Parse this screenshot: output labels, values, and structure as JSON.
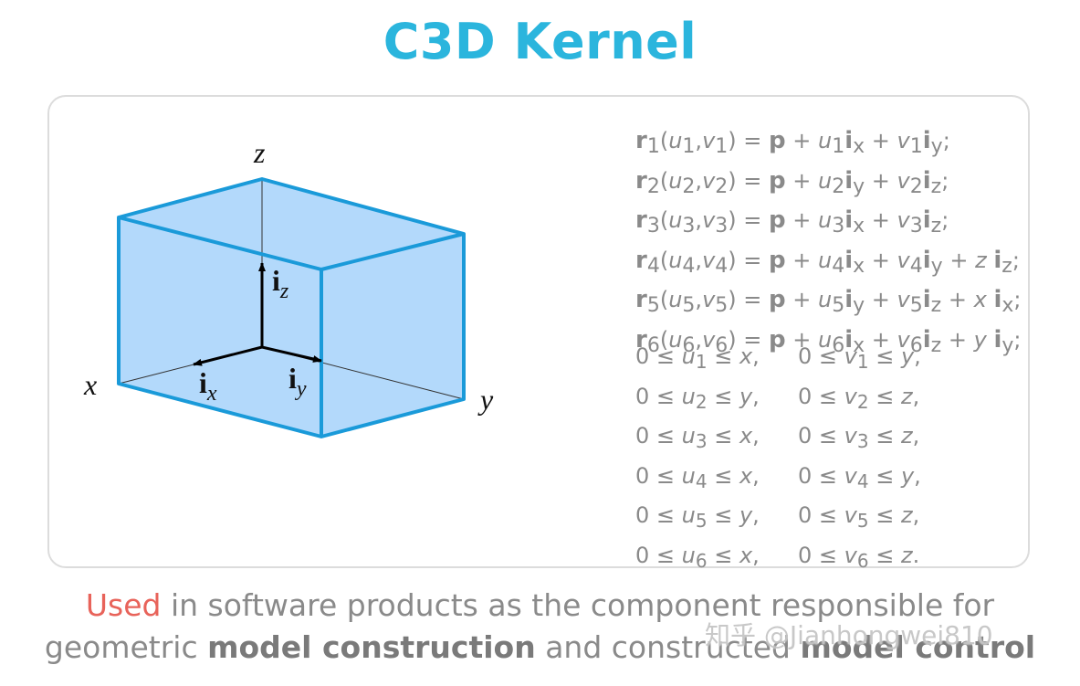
{
  "title": "C3D Kernel",
  "colors": {
    "title": "#2bb5dd",
    "box_edge": "#1a9ad9",
    "box_fill": "#b3d9fb",
    "highlight": "#e8635a",
    "text_gray": "#8a8a8a"
  },
  "diagram": {
    "axis_labels": {
      "x": "x",
      "y": "y",
      "z": "z"
    },
    "vector_labels": {
      "iz": {
        "bold": "i",
        "sub": "z"
      },
      "ix": {
        "bold": "i",
        "sub": "x"
      },
      "iy": {
        "bold": "i",
        "sub": "y"
      }
    }
  },
  "equations": [
    {
      "lhs": "r",
      "n": "1",
      "args": "(u1,v1) = ",
      "rhs": "p + u1ix + v1iy;"
    },
    {
      "lhs": "r",
      "n": "2",
      "args": "(u2,v2) = ",
      "rhs": "p + u2iy + v2iz;"
    },
    {
      "lhs": "r",
      "n": "3",
      "args": "(u3,v3) = ",
      "rhs": "p + u3ix + v3iz;"
    },
    {
      "lhs": "r",
      "n": "4",
      "args": "(u4,v4) = ",
      "rhs": "p + u4ix + v4iy + z iz;"
    },
    {
      "lhs": "r",
      "n": "5",
      "args": "(u5,v5) = ",
      "rhs": "p + u5iy + v5iz + x ix;"
    },
    {
      "lhs": "r",
      "n": "6",
      "args": "(u6,v6) = ",
      "rhs": "p + u6ix + v6iz + y iy;"
    }
  ],
  "equation_parts": {
    "e1": [
      "r",
      "1",
      "(",
      "u",
      "1",
      ",",
      "v",
      "1",
      ") = ",
      "p",
      " + ",
      "u",
      "1",
      "i",
      "x",
      " + ",
      "v",
      "1",
      "i",
      "y",
      ";"
    ],
    "e2": [
      "r",
      "2",
      "(",
      "u",
      "2",
      ",",
      "v",
      "2",
      ") = ",
      "p",
      " + ",
      "u",
      "2",
      "i",
      "y",
      " + ",
      "v",
      "2",
      "i",
      "z",
      ";"
    ],
    "e3": [
      "r",
      "3",
      "(",
      "u",
      "3",
      ",",
      "v",
      "3",
      ") = ",
      "p",
      " + ",
      "u",
      "3",
      "i",
      "x",
      " + ",
      "v",
      "3",
      "i",
      "z",
      ";"
    ],
    "e4": [
      "r",
      "4",
      "(",
      "u",
      "4",
      ",",
      "v",
      "4",
      ") = ",
      "p",
      " + ",
      "u",
      "4",
      "i",
      "x",
      " + ",
      "v",
      "4",
      "i",
      "y",
      " + z ",
      "i",
      "z",
      ";"
    ],
    "e5": [
      "r",
      "5",
      "(",
      "u",
      "5",
      ",",
      "v",
      "5",
      ") = ",
      "p",
      " + ",
      "u",
      "5",
      "i",
      "y",
      " + ",
      "v",
      "5",
      "i",
      "z",
      " + x ",
      "i",
      "x",
      ";"
    ],
    "e6": [
      "r",
      "6",
      "(",
      "u",
      "6",
      ",",
      "v",
      "6",
      ") = ",
      "p",
      " + ",
      "u",
      "6",
      "i",
      "x",
      " + ",
      "v",
      "6",
      "i",
      "z",
      " + y ",
      "i",
      "y",
      ";"
    ]
  },
  "inequalities": [
    {
      "u": "0 ≤ u1 ≤ x,",
      "v": "0 ≤ v1 ≤ y,"
    },
    {
      "u": "0 ≤ u2 ≤ y,",
      "v": "0 ≤ v2 ≤ z,"
    },
    {
      "u": "0 ≤ u3 ≤ x,",
      "v": "0 ≤ v3 ≤ z,"
    },
    {
      "u": "0 ≤ u4 ≤ x,",
      "v": "0 ≤ v4 ≤ y,"
    },
    {
      "u": "0 ≤ u5 ≤ y,",
      "v": "0 ≤ v5 ≤ z,"
    },
    {
      "u": "0 ≤ u6 ≤ x,",
      "v": "0 ≤ v6 ≤ z."
    }
  ],
  "footer": {
    "line1_highlight": "Used",
    "line1_rest": " in software products as the component responsible for",
    "line2_a": "geometric ",
    "line2_b": "model construction",
    "line2_c": " and constructed ",
    "line2_d": "model control"
  },
  "watermark": "知乎 @Jianhongwei810"
}
